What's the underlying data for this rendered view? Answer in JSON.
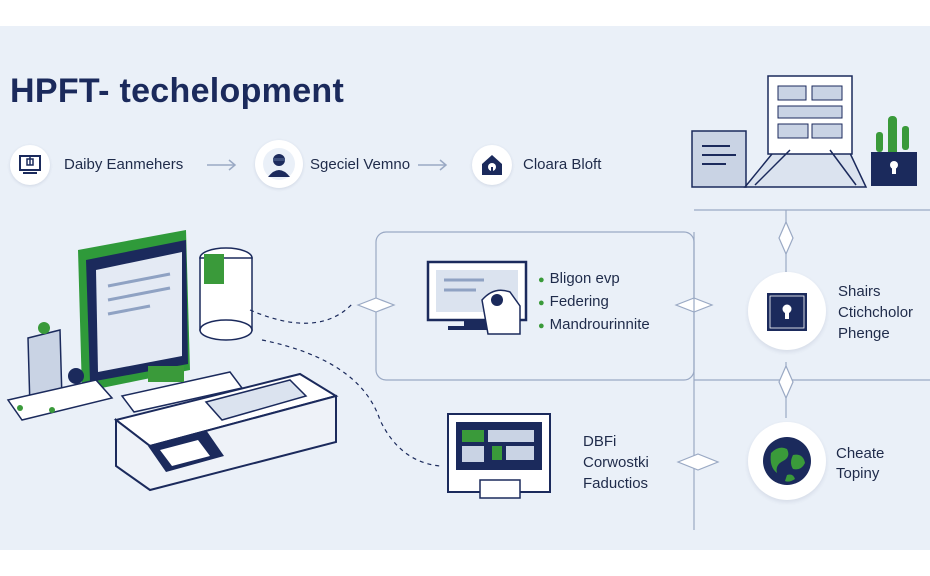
{
  "title": "HPFT- techelopment",
  "steps": [
    {
      "label": "Daiby Eanmehers",
      "icon": "monitor-icon"
    },
    {
      "label": "Sgeciel Vemno",
      "icon": "person-icon"
    },
    {
      "label": "Cloara Bloft",
      "icon": "lock-home-icon"
    }
  ],
  "features": {
    "bullets": [
      "Bligon evp",
      "Federing",
      "Mandrourinnite"
    ]
  },
  "security": {
    "lines": [
      "Shairs",
      "Ctichcholor",
      "Phenge"
    ],
    "icon": "padlock-icon"
  },
  "data_box": {
    "lines": [
      "DBFi",
      "Corwostki",
      "Faductios"
    ]
  },
  "globe": {
    "lines": [
      "Cheate",
      "Topiny"
    ],
    "icon": "globe-icon"
  },
  "colors": {
    "navy": "#1b2a5c",
    "green": "#3a9a3a",
    "background": "#eaf0f8",
    "line": "#9aa9c4"
  }
}
